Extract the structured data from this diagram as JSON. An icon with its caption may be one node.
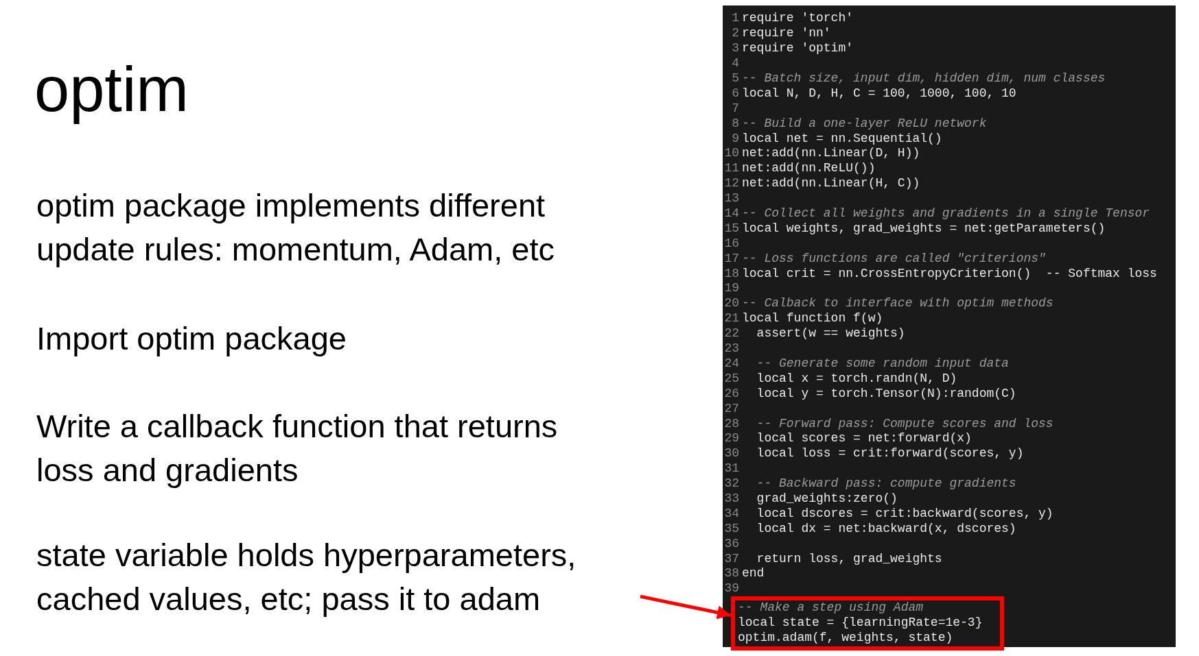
{
  "diagram": {
    "title": "optim",
    "nodes": [
      {
        "text": [
          "state variable holds hyperparameters, cached values, etc; pass it to adam"
        ]
      },
      {
        "text": [
          "1 require 'torch'",
          "2 require 'nn'",
          "3 require 'optim'",
          "4",
          "5 -- Batch size, input dim, hidden dim, num classes",
          "6 local N, D, H, C = 100, 1000, 100, 10",
          "7",
          "8 -- Build a one-layer ReLU network",
          "9 local net = nn.Sequential()",
          "10 net:add(nn.Linear(D, H))",
          "11 net:add(nn.ReLU())",
          "12 net:add(nn.Linear(H, C))",
          "13",
          "14 -- Collect all weights and gradients in a single Tensor",
          "15 local weights, grad_weights = net:getParameters()",
          "16",
          "17 -- Loss functions are called \"criterions\"",
          "18 local crit = nn.CrossEntropyCriterion()  -- Softmax loss",
          "19",
          "20 -- Calback to interface with optim methods",
          "21 local function f(w)",
          "22   assert(w == weights)",
          "23",
          "24   -- Generate some random input data",
          "25   local x = torch.randn(N, D)",
          "26   local y = torch.Tensor(N):random(C)",
          "27",
          "28   -- Forward pass: Compute scores and loss",
          "29   local scores = net:forward(x)",
          "30   local loss = crit:forward(scores, y)",
          "31",
          "32   -- Backward pass: compute gradients",
          "33   grad_weights:zero()",
          "34   local dscores = crit:backward(scores, y)",
          "35   local dx = net:backward(x, dscores)",
          "36",
          "37   return loss, grad_weights",
          "38 end",
          "39"
        ]
      },
      {
        "text": [
          "-- Make a step using Adam",
          "local state = {learningRate=1e-3}",
          "optim.adam(f, weights, state)"
        ],
        "in": 1
      }
    ],
    "edges": [
      {
        "from": 0,
        "to": 2,
        "arrow": "to",
        "color": "#ff0000"
      }
    ],
    "labels": [
      "optim package implements different update rules: momentum, Adam, etc",
      "Import optim package",
      "Write a callback function that returns loss and gradients"
    ]
  }
}
